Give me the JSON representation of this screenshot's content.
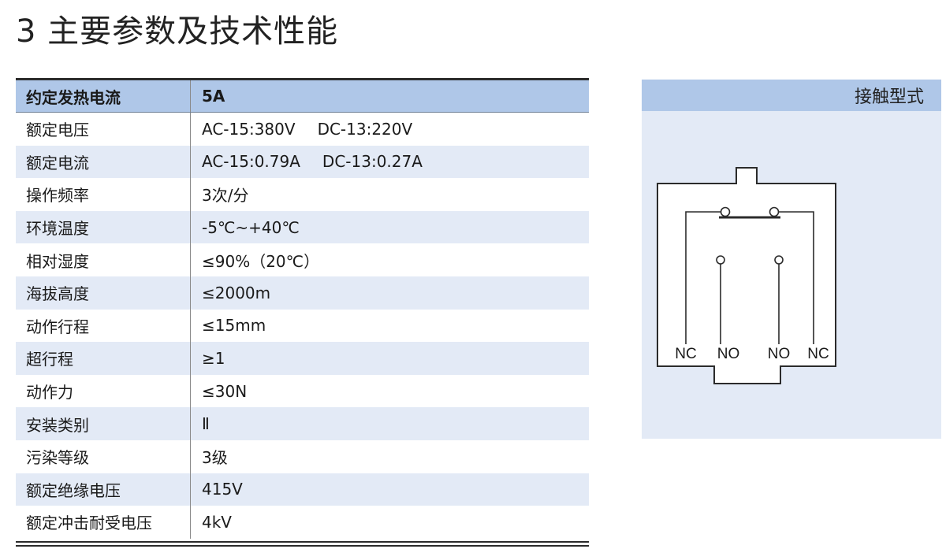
{
  "page_title": "3 主要参数及技术性能",
  "spec_table": {
    "header": {
      "label": "约定发热电流",
      "value": "5A"
    },
    "rows": [
      {
        "label": "额定电压",
        "value": "AC-15:380V",
        "value2": "DC-13:220V"
      },
      {
        "label": "额定电流",
        "value": "AC-15:0.79A",
        "value2": "DC-13:0.27A"
      },
      {
        "label": "操作频率",
        "value": "3次/分"
      },
      {
        "label": "环境温度",
        "value": "-5℃~+40℃"
      },
      {
        "label": "相对湿度",
        "value": "≤90%（20℃）"
      },
      {
        "label": "海拔高度",
        "value": "≤2000m"
      },
      {
        "label": "动作行程",
        "value": "≤15mm"
      },
      {
        "label": "超行程",
        "value": "≥1"
      },
      {
        "label": "动作力",
        "value": "≤30N"
      },
      {
        "label": "安装类别",
        "value": "Ⅱ"
      },
      {
        "label": "污染等级",
        "value": "3级"
      },
      {
        "label": "额定绝缘电压",
        "value": "415V"
      },
      {
        "label": "额定冲击耐受电压",
        "value": "4kV"
      }
    ]
  },
  "contact_panel": {
    "title": "接触型式",
    "terminals": [
      "NC",
      "NO",
      "NO",
      "NC"
    ]
  },
  "colors": {
    "header_blue": "#afc7e8",
    "row_alt": "#e3eaf6",
    "panel_bg": "#e3eaf6",
    "line": "#2b2b2b"
  }
}
